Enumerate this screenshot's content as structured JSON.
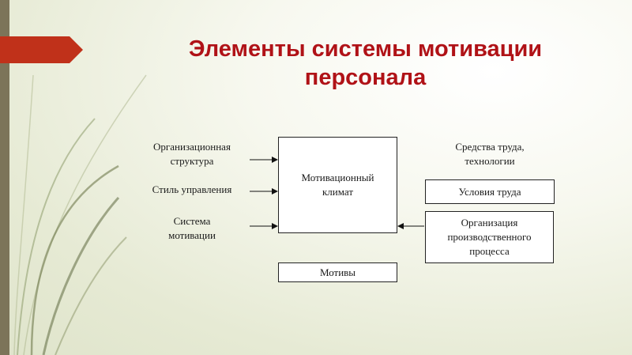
{
  "slide": {
    "title": "Элементы системы мотивации\nперсонала"
  },
  "diagram": {
    "left_inputs": [
      "Организационная\nструктура",
      "Стиль управления",
      "Система\nмотивации"
    ],
    "center_box": "Мотивационный\nклимат",
    "motives_box": "Мотивы",
    "right_label": "Средства труда,\nтехнологии",
    "right_boxes": [
      "Условия труда",
      "Организация\nпроизводственного\nпроцесса"
    ]
  },
  "colors": {
    "title": "#b01217",
    "banner": "#c0311a",
    "strip": "#7c7459"
  }
}
